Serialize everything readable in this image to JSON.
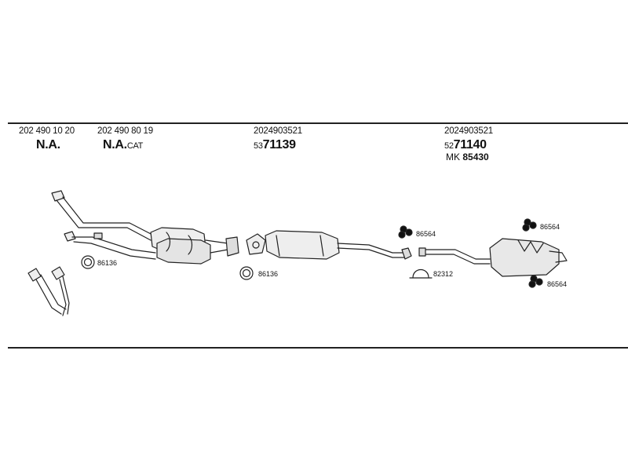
{
  "headers": [
    {
      "id": "g1",
      "ref": "202 490 10 20",
      "label": "N.A."
    },
    {
      "id": "g2",
      "ref": "202 490 80 19",
      "label_main": "N.A.",
      "label_suffix": "CAT"
    },
    {
      "id": "g3",
      "ref": "2024903521",
      "prefix": "53",
      "number": "71139"
    },
    {
      "id": "g4",
      "ref": "2024903521",
      "prefix": "52",
      "number": "71140",
      "kit_prefix": "MK",
      "kit_number": "85430"
    }
  ],
  "part_labels": [
    {
      "id": "p1",
      "text": "86136"
    },
    {
      "id": "p2",
      "text": "86136"
    },
    {
      "id": "p3",
      "text": "86564"
    },
    {
      "id": "p4",
      "text": "82312"
    },
    {
      "id": "p5",
      "text": "86564"
    },
    {
      "id": "p6",
      "text": "86564"
    }
  ],
  "colors": {
    "line": "#222222",
    "fill_light": "#eeeeee",
    "fill_mid": "#cfcfcf"
  }
}
